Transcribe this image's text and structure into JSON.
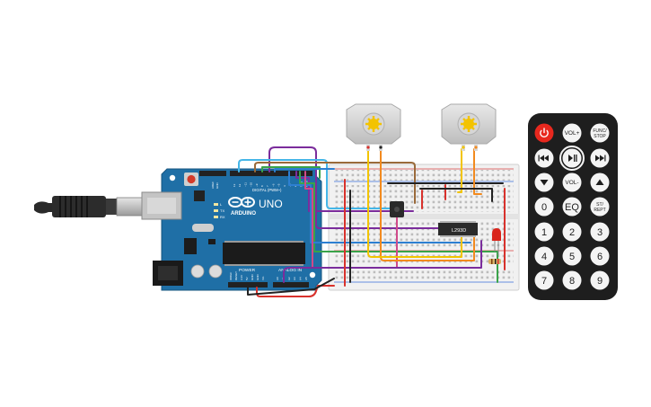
{
  "arduino": {
    "brand": "ARDUINO",
    "model": "UNO",
    "digital_label": "DIGITAL (PWM~)",
    "power_label": "POWER",
    "analog_label": "ANALOG IN",
    "aref": "AREF",
    "gnd": "GND",
    "led_l": "L",
    "led_tx": "TX",
    "led_rx": "RX",
    "digital_pins": [
      "13",
      "12",
      "~11",
      "~10",
      "~9",
      "8",
      "7",
      "~6",
      "~5",
      "4",
      "~3",
      "2",
      "TX 1",
      "RX 0"
    ],
    "power_pins": [
      "IOREF",
      "RESET",
      "3.3V",
      "5V",
      "GND",
      "GND",
      "Vin"
    ],
    "analog_pins": [
      "A0",
      "A1",
      "A2",
      "A3",
      "A4",
      "A5"
    ],
    "colors": {
      "board": "#1f6fa6",
      "header": "#222222"
    }
  },
  "driver_chip": {
    "label": "L293D"
  },
  "remote": {
    "buttons": [
      [
        "power-icon",
        "VOL+",
        "FUNC/STOP"
      ],
      [
        "rewind-icon",
        "play-pause-icon",
        "fast-forward-icon"
      ],
      [
        "down-icon",
        "VOL-",
        "up-icon"
      ],
      [
        "0",
        "EQ",
        "ST/REPT"
      ],
      [
        "1",
        "2",
        "3"
      ],
      [
        "4",
        "5",
        "6"
      ],
      [
        "7",
        "8",
        "9"
      ]
    ],
    "colors": {
      "body": "#1e1e1e",
      "button": "#f4f4f4",
      "power": "#e8281e"
    }
  },
  "wire_colors": {
    "red": "#d8312c",
    "black": "#222222",
    "yellow": "#f2c400",
    "orange": "#f28a1e",
    "green": "#3aa34a",
    "blue": "#2d7fd1",
    "purple": "#7b2d9c",
    "brown": "#9a6a3a",
    "cyan": "#45b6e8",
    "pink": "#d04a8a"
  }
}
